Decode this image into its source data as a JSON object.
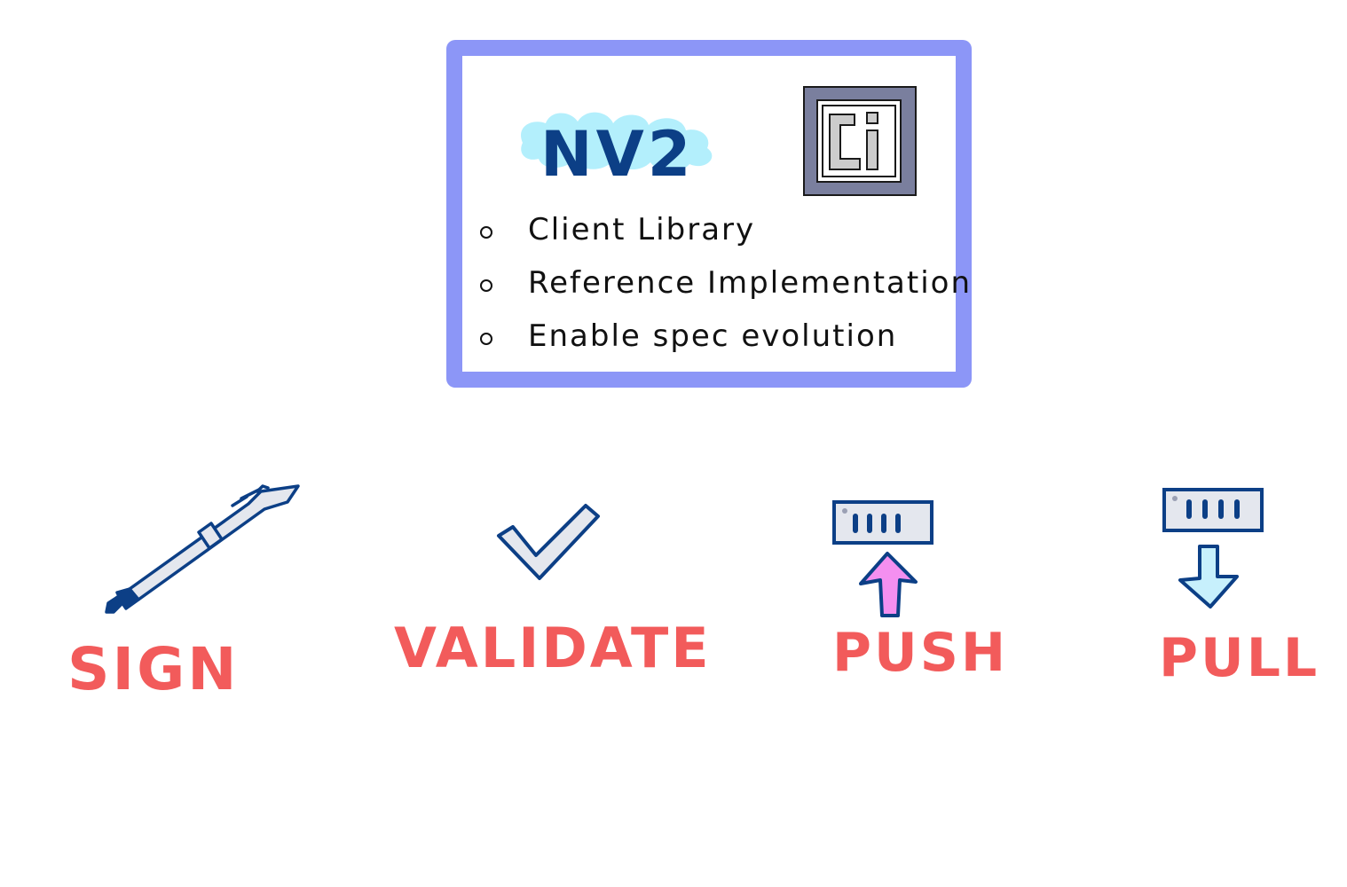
{
  "card": {
    "title": "NV2",
    "bullets": [
      "Client Library",
      "Reference Implementation",
      "Enable spec evolution"
    ]
  },
  "actions": [
    {
      "label": "SIGN",
      "icon": "fountain-pen-icon"
    },
    {
      "label": "VALIDATE",
      "icon": "checkmark-icon"
    },
    {
      "label": "PUSH",
      "icon": "push-to-registry-icon"
    },
    {
      "label": "PULL",
      "icon": "pull-from-registry-icon"
    }
  ],
  "colors": {
    "frame": "#8c96f7",
    "ink": "#0c3f86",
    "label": "#f25b5b",
    "title_splash": "#a6ecfb",
    "push_arrow": "#f48ff0",
    "pull_arrow": "#c7f0fc",
    "icon_fill": "#e4e7ee"
  }
}
